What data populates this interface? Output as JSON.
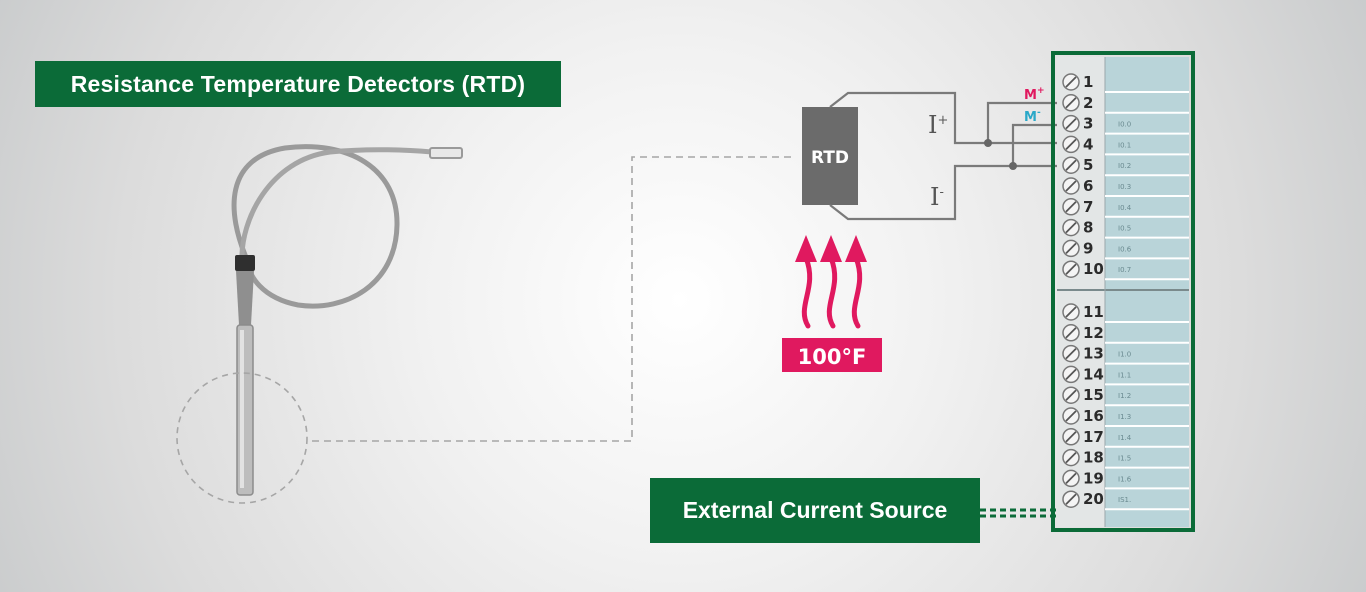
{
  "title": "Resistance Temperature Detectors (RTD)",
  "rtd_label": "RTD",
  "current_plus": "I+",
  "current_minus": "I-",
  "measure_plus": "M+",
  "measure_minus": "M-",
  "temperature_label": "100°F",
  "external_source_label": "External Current Source",
  "terminals": [
    "1",
    "2",
    "3",
    "4",
    "5",
    "6",
    "7",
    "8",
    "9",
    "10",
    "11",
    "12",
    "13",
    "14",
    "15",
    "16",
    "17",
    "18",
    "19",
    "20"
  ],
  "channel_labels_top": [
    "I0.0",
    "I0.1",
    "I0.2",
    "I0.3",
    "I0.4",
    "I0.5",
    "I0.6",
    "I0.7"
  ],
  "channel_labels_bottom": [
    "I1.0",
    "I1.1",
    "I1.2",
    "I1.3",
    "I1.4",
    "I1.5",
    "I1.6",
    "IS1."
  ],
  "colors": {
    "brand_green": "#0b6b38",
    "heat_magenta": "#e0195f",
    "measure_cyan": "#2aa8c8",
    "rtd_gray": "#6b6b6b"
  }
}
